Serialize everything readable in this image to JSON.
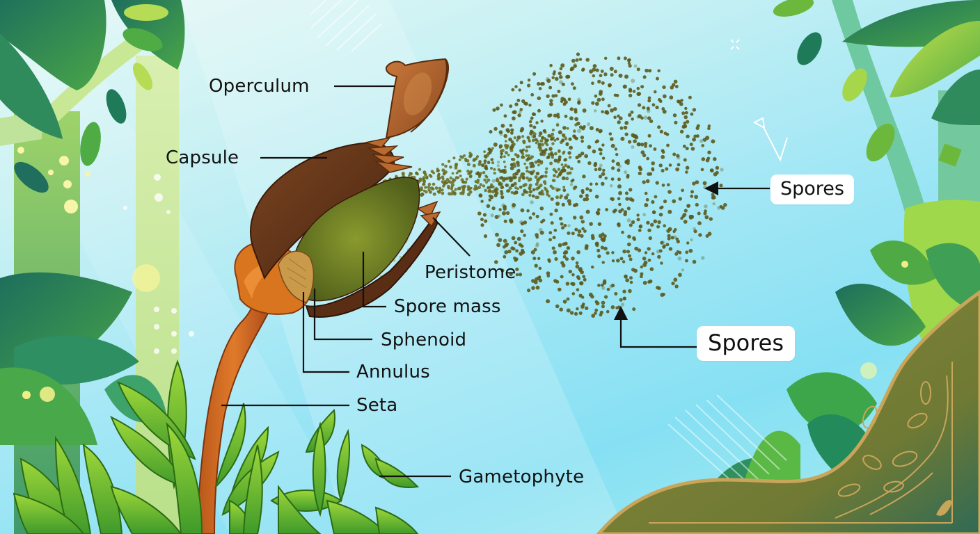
{
  "diagram": {
    "subject": "Moss sporophyte releasing spores",
    "colors": {
      "sky_light": "#e8f9f6",
      "sky_blue": "#86e0f3",
      "leaf_dark": "#1f7a5a",
      "leaf_mid": "#4caf50",
      "leaf_light": "#a6d64a",
      "capsule_brown": "#6b3a1c",
      "operculum_brown": "#b5652a",
      "seta_orange": "#d2691e",
      "spore_olive": "#5c5a1e",
      "spore_mass_green": "#6e7a22",
      "corner_olive": "#7a7a34",
      "corner_gold": "#c9a55a",
      "label_text": "#111111",
      "tag_bg": "#ffffff"
    },
    "labels": [
      {
        "id": "operculum",
        "text": "Operculum"
      },
      {
        "id": "capsule",
        "text": "Capsule"
      },
      {
        "id": "peristome",
        "text": "Peristome"
      },
      {
        "id": "spore_mass",
        "text": "Spore mass"
      },
      {
        "id": "sphenoid",
        "text": "Sphenoid"
      },
      {
        "id": "annulus",
        "text": "Annulus"
      },
      {
        "id": "seta",
        "text": "Seta"
      },
      {
        "id": "gametophyte",
        "text": "Gametophyte"
      }
    ],
    "callouts": [
      {
        "id": "spores_upper",
        "text": "Spores"
      },
      {
        "id": "spores_lower",
        "text": "Spores"
      }
    ]
  }
}
